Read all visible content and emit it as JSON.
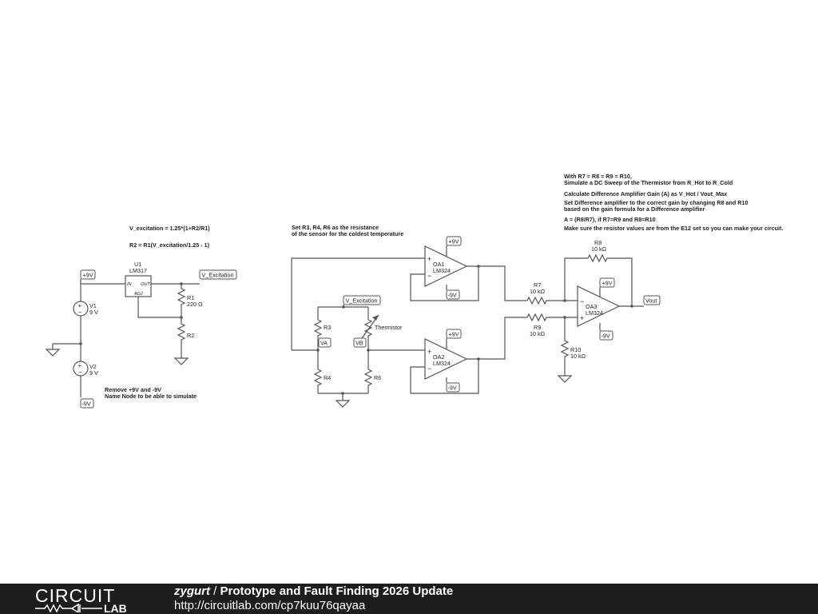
{
  "notes": {
    "regulator_formula": "V_excitation = 1.25*(1+R2/R1)",
    "r2_formula": "R2 = R1(V_excitation/1.25 - 1)",
    "remove_rails_1": "Remove +9V and -9V",
    "remove_rails_2": "Name Node to be able to simulate",
    "bridge_1": "Set R3, R4, R6 as the resistance",
    "bridge_2": "of the sensor for the coldest temperature",
    "diff_1": "With R7 = R8 = R9 = R10,",
    "diff_2": "Simulate a DC Sweep of the Thermistor from R_Hot to R_Cold",
    "diff_3": "Calculate Difference Amplifier Gain (A) as V_Hot / Vout_Max",
    "diff_4": "Set Difference amplifier to the correct gain by changing R8 and R10",
    "diff_5": "based on the gain formula for a Difference amplifier",
    "diff_6": "A = (R8/R7), if R7=R9 and R8=R10",
    "diff_7": "Make sure the resistor values are from the E12 set so you can make your circuit."
  },
  "components": {
    "u1": {
      "ref": "U1",
      "part": "LM317",
      "pin_in": "IN",
      "pin_out": "OUT",
      "pin_adj": "ADJ"
    },
    "r1": {
      "ref": "R1",
      "value": "220 Ω"
    },
    "r2": {
      "ref": "R2"
    },
    "v1": {
      "ref": "V1",
      "value": "9 V"
    },
    "v2": {
      "ref": "V2",
      "value": "9 V"
    },
    "r3": {
      "ref": "R3"
    },
    "r4": {
      "ref": "R4"
    },
    "r6": {
      "ref": "R6"
    },
    "thermistor": {
      "ref": "Thermistor"
    },
    "oa1": {
      "ref": "OA1",
      "part": "LM324"
    },
    "oa2": {
      "ref": "OA2",
      "part": "LM324"
    },
    "oa3": {
      "ref": "OA3",
      "part": "LM324"
    },
    "r7": {
      "ref": "R7",
      "value": "10 kΩ"
    },
    "r8": {
      "ref": "R8",
      "value": "10 kΩ"
    },
    "r9": {
      "ref": "R9",
      "value": "10 kΩ"
    },
    "r10": {
      "ref": "R10",
      "value": "10 kΩ"
    }
  },
  "nets": {
    "pos9": "+9V",
    "neg9": "-9V",
    "vexc": "V_Excitation",
    "va": "VA",
    "vb": "VB",
    "vout": "Vout"
  },
  "signs": {
    "plus": "+",
    "minus": "−"
  },
  "footer": {
    "logo_top": "CIRCUIT",
    "logo_bottom": "LAB",
    "author": "zygurt",
    "separator": " / ",
    "title": "Prototype and Fault Finding 2026 Update",
    "url": "http://circuitlab.com/cp7kuu76qayaa"
  },
  "colors": {
    "footer_bg": "#1e1e1e",
    "wire": "#555555",
    "text": "#222222"
  }
}
